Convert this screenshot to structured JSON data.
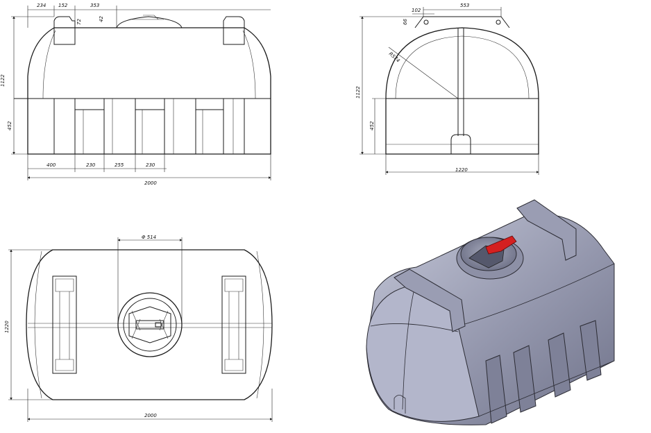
{
  "views": {
    "front": {
      "dims": {
        "top_a": "234",
        "top_b": "152",
        "top_c": "353",
        "top_d": "42",
        "top_e": "72",
        "left_total": "1122",
        "left_low": "452",
        "bottom_a": "400",
        "bottom_b": "230",
        "bottom_c": "255",
        "bottom_d": "230",
        "overall": "2000"
      }
    },
    "side": {
      "dims": {
        "top_a": "102",
        "top_b": "553",
        "top_c": "66",
        "radius": "R574",
        "height": "1122",
        "low": "452",
        "width": "1220"
      }
    },
    "top": {
      "dims": {
        "diameter": "Φ 514",
        "height": "1220",
        "width": "2000"
      }
    }
  },
  "colors": {
    "line": "#1a1a1a",
    "body": "#9a9db3",
    "handle": "#d42020"
  }
}
